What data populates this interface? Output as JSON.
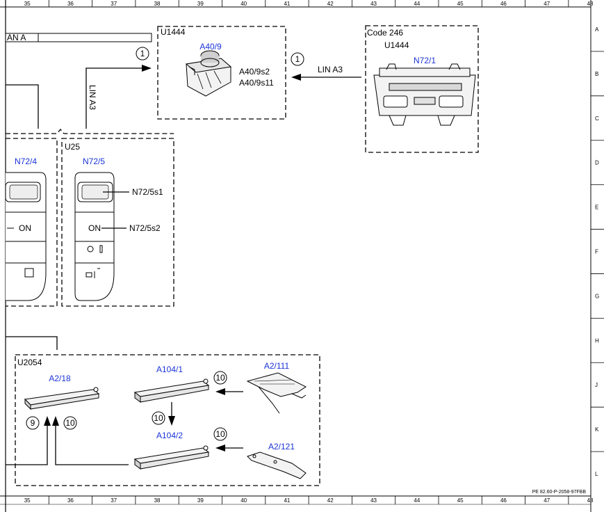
{
  "ruler": {
    "columns": [
      "35",
      "36",
      "37",
      "38",
      "39",
      "40",
      "41",
      "42",
      "43",
      "44",
      "45",
      "46",
      "47",
      "48"
    ],
    "rows": [
      "A",
      "B",
      "C",
      "D",
      "E",
      "F",
      "G",
      "H",
      "J",
      "K",
      "L"
    ]
  },
  "reference_code": "PE 82.60-P-2058-97FBB",
  "connectors": {
    "can_a": "AN A",
    "lin_a3_vertical": "LIN A3",
    "lin_a3_horizontal": "LIN A3"
  },
  "groups": {
    "u1444": {
      "code": "U1444",
      "component": "A40/9",
      "labels": [
        "A40/9s2",
        "A40/9s11"
      ]
    },
    "code246": {
      "code": "Code 246",
      "sub_code": "U1444",
      "component": "N72/1"
    },
    "u25": {
      "code": "U25",
      "left_component": "N72/4",
      "right_component": "N72/5",
      "labels": [
        "N72/5s1",
        "N72/5s2"
      ],
      "on_label": "ON"
    },
    "u2054": {
      "code": "U2054",
      "components": [
        "A2/18",
        "A104/1",
        "A104/2",
        "A2/111",
        "A2/121"
      ]
    }
  },
  "callouts": {
    "c1": "1",
    "c9": "9",
    "c10": "10"
  }
}
